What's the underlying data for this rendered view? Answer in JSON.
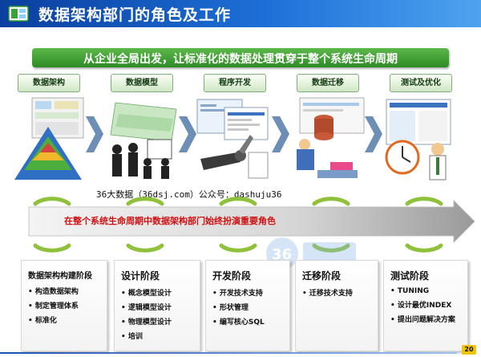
{
  "header": {
    "title": "数据架构部门的角色及工作"
  },
  "banner": {
    "text": "从企业全局出发，让标准化的数据处理贯穿于整个系统生命周期"
  },
  "stages": [
    {
      "label": "数据架构"
    },
    {
      "label": "数据模型"
    },
    {
      "label": "程序开发"
    },
    {
      "label": "数据迁移"
    },
    {
      "label": "测试及优化"
    }
  ],
  "watermark": "36大数据（36dsj.com）公众号：dashuju36",
  "band_text": "在整个系统生命周期中数据架构部门始终扮演重要角色",
  "phases": [
    {
      "title": "数据架构构建阶段",
      "items": [
        "构造数据架构",
        "制定管理体系",
        "标准化"
      ]
    },
    {
      "title": "设计阶段",
      "items": [
        "概念模型设计",
        "逻辑模型设计",
        "物理模型设计",
        "培训"
      ]
    },
    {
      "title": "开发阶段",
      "items": [
        "开发技术支持",
        "形状管理",
        "编写核心SQL"
      ]
    },
    {
      "title": "迁移阶段",
      "items": [
        "迁移技术支持"
      ]
    },
    {
      "title": "测试阶段",
      "items": [
        "TUNING",
        "设计最优INDEX",
        "提出问题解决方案"
      ]
    }
  ],
  "page_number": "20",
  "colors": {
    "header": "#1d6fd8",
    "banner": "#2d8a25",
    "band_text": "#d11010",
    "cycle_arrow": "#8fc23a",
    "page_badge": "#f2c300"
  }
}
